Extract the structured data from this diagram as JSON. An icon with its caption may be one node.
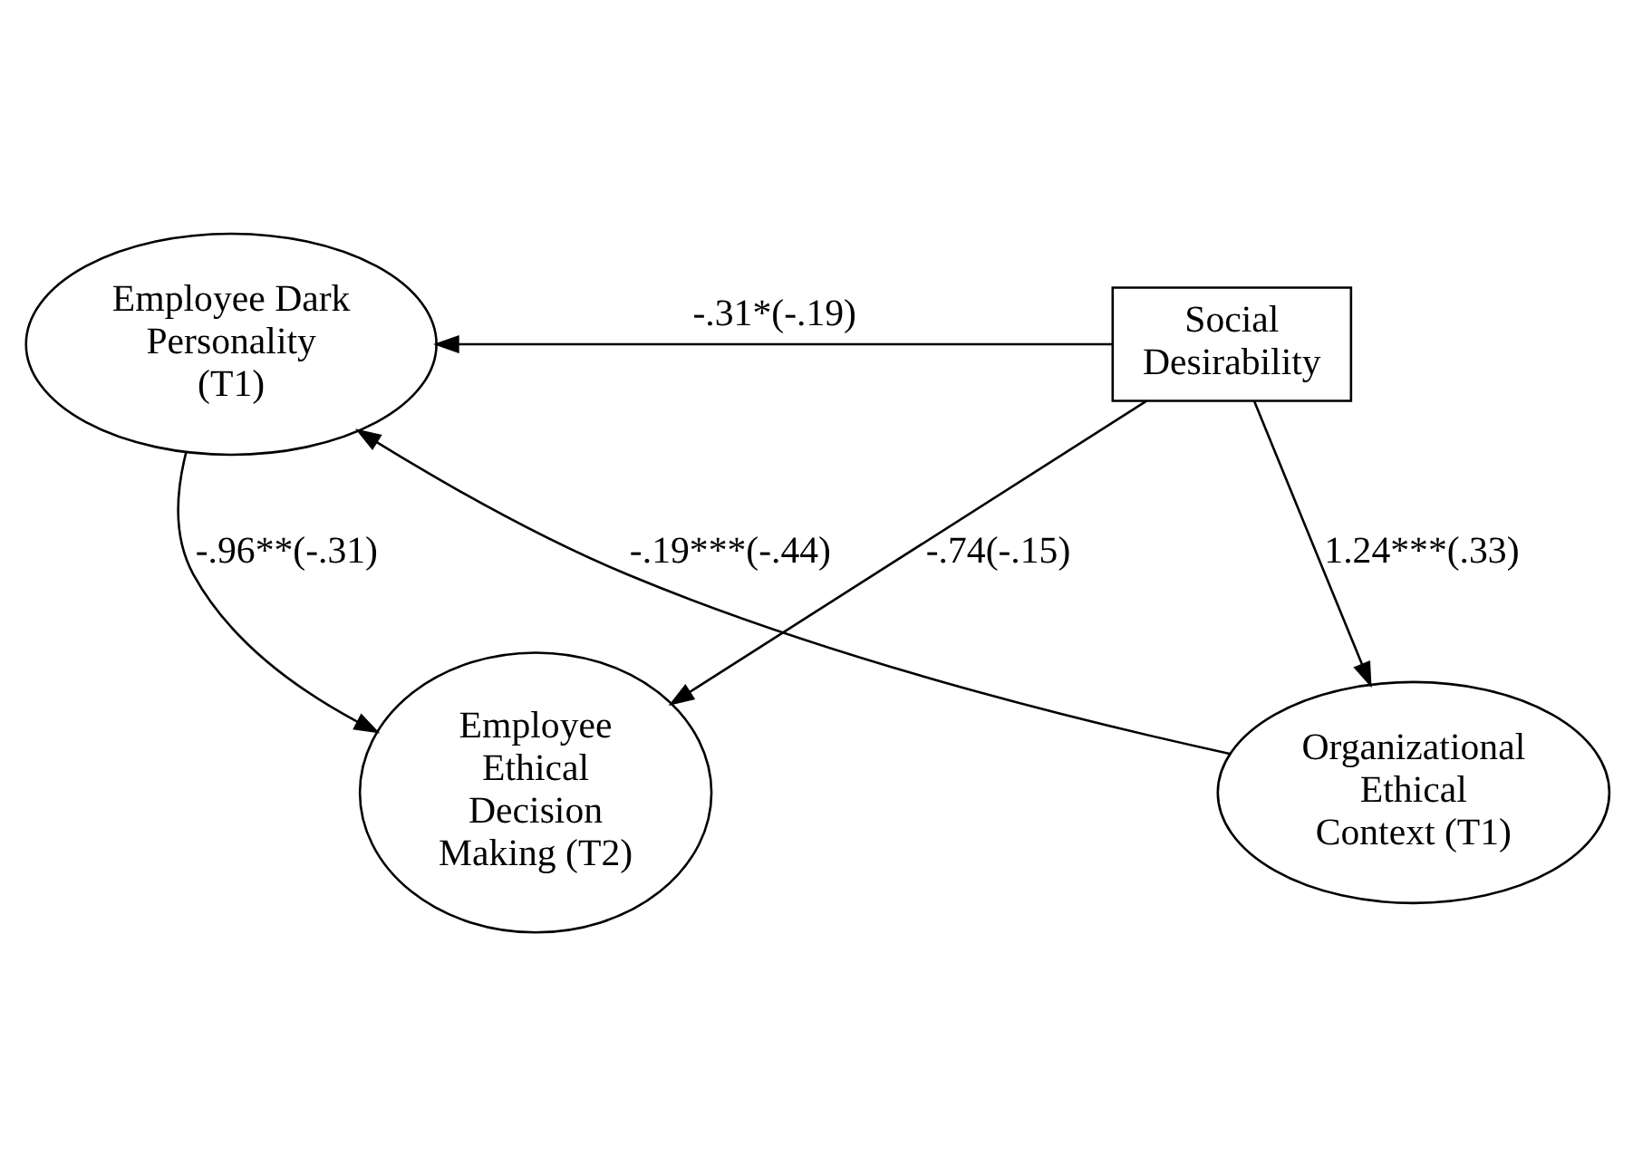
{
  "diagram": {
    "nodes": [
      {
        "text": [
          "Employee Dark Personality (T1)"
        ]
      },
      {
        "text": [
          "Social Desirability"
        ]
      },
      {
        "text": [
          "Organizational Ethical Context (T1)"
        ]
      },
      {
        "text": [
          "Employee Ethical Decision Making (T2)"
        ]
      }
    ],
    "edges": [
      {
        "from": 2,
        "to": 0,
        "arrow": "to",
        "label": "-.19***(-.44)"
      },
      {
        "from": 1,
        "to": 0,
        "arrow": "to",
        "label": "-.31*(-.19)"
      },
      {
        "from": 0,
        "to": 3,
        "arrow": "to",
        "label": "-.96**(-.31)"
      },
      {
        "from": 1,
        "to": 2,
        "arrow": "to",
        "label": "1.24***(.33)"
      },
      {
        "from": 1,
        "to": 3,
        "arrow": "to",
        "label": "-.74(-.15)"
      }
    ]
  }
}
